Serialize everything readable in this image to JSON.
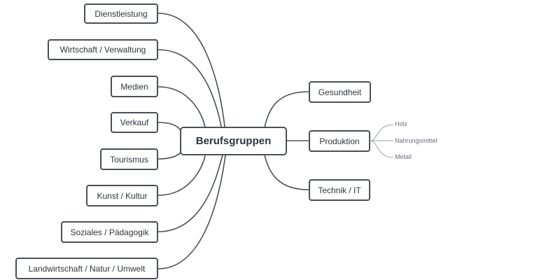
{
  "mindmap": {
    "center": "Berufsgruppen",
    "left": [
      "Dienstleistung",
      "Wirtschaft / Verwaltung",
      "Medien",
      "Verkauf",
      "Tourismus",
      "Kunst / Kultur",
      "Soziales / Pädagogik",
      "Landwirtschaft / Natur / Umwelt"
    ],
    "right": [
      "Gesundheit",
      "Produktion",
      "Technik / IT"
    ],
    "produktion_children": [
      "Holz",
      "Nahrungsmittel",
      "Metall"
    ]
  }
}
